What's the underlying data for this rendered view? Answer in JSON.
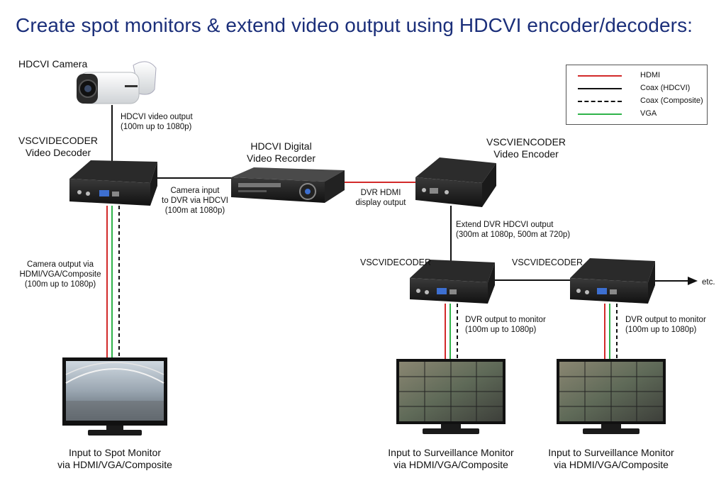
{
  "title": "Create spot monitors & extend video output using HDCVI encoder/decoders:",
  "legend": [
    {
      "label": "HDMI",
      "color": "#d22a2a",
      "style": "solid"
    },
    {
      "label": "Coax (HDCVI)",
      "color": "#111111",
      "style": "solid"
    },
    {
      "label": "Coax (Composite)",
      "color": "#111111",
      "style": "dashed"
    },
    {
      "label": "VGA",
      "color": "#2fb34a",
      "style": "solid"
    }
  ],
  "devices": {
    "camera": "HDCVI Camera",
    "decoder_left_line1": "VSCVIDECODER",
    "decoder_left_line2": "Video Decoder",
    "dvr_line1": "HDCVI Digital",
    "dvr_line2": "Video Recorder",
    "encoder_line1": "VSCVIENCODER",
    "encoder_line2": "Video Encoder",
    "decoder_mid": "VSCVIDECODER",
    "decoder_right": "VSCVIDECODER"
  },
  "connections": {
    "camera_out_1": "HDCVI video output",
    "camera_out_2": "(100m up to 1080p)",
    "dvr_in_1": "Camera input",
    "dvr_in_2": "to DVR via HDCVI",
    "dvr_in_3": "(100m at 1080p)",
    "dvr_hdmi_1": "DVR HDMI",
    "dvr_hdmi_2": "display output",
    "extend_1": "Extend DVR HDCVI output",
    "extend_2": "(300m at 1080p, 500m at 720p)",
    "cam_out_1": "Camera output via",
    "cam_out_2": "HDMI/VGA/Composite",
    "cam_out_3": "(100m up to 1080p)",
    "dvr_mon_mid_1": "DVR output to monitor",
    "dvr_mon_mid_2": "(100m up to 1080p)",
    "dvr_mon_right_1": "DVR output to monitor",
    "dvr_mon_right_2": "(100m up to 1080p)",
    "etc": "etc."
  },
  "monitors": {
    "spot_1": "Input to Spot Monitor",
    "spot_2": "via HDMI/VGA/Composite",
    "surv_mid_1": "Input to Surveillance Monitor",
    "surv_mid_2": "via HDMI/VGA/Composite",
    "surv_right_1": "Input to Surveillance Monitor",
    "surv_right_2": "via HDMI/VGA/Composite"
  },
  "colors": {
    "title": "#1b2f7a",
    "hdmi": "#d22a2a",
    "vga": "#2fb34a",
    "coax": "#111111"
  }
}
